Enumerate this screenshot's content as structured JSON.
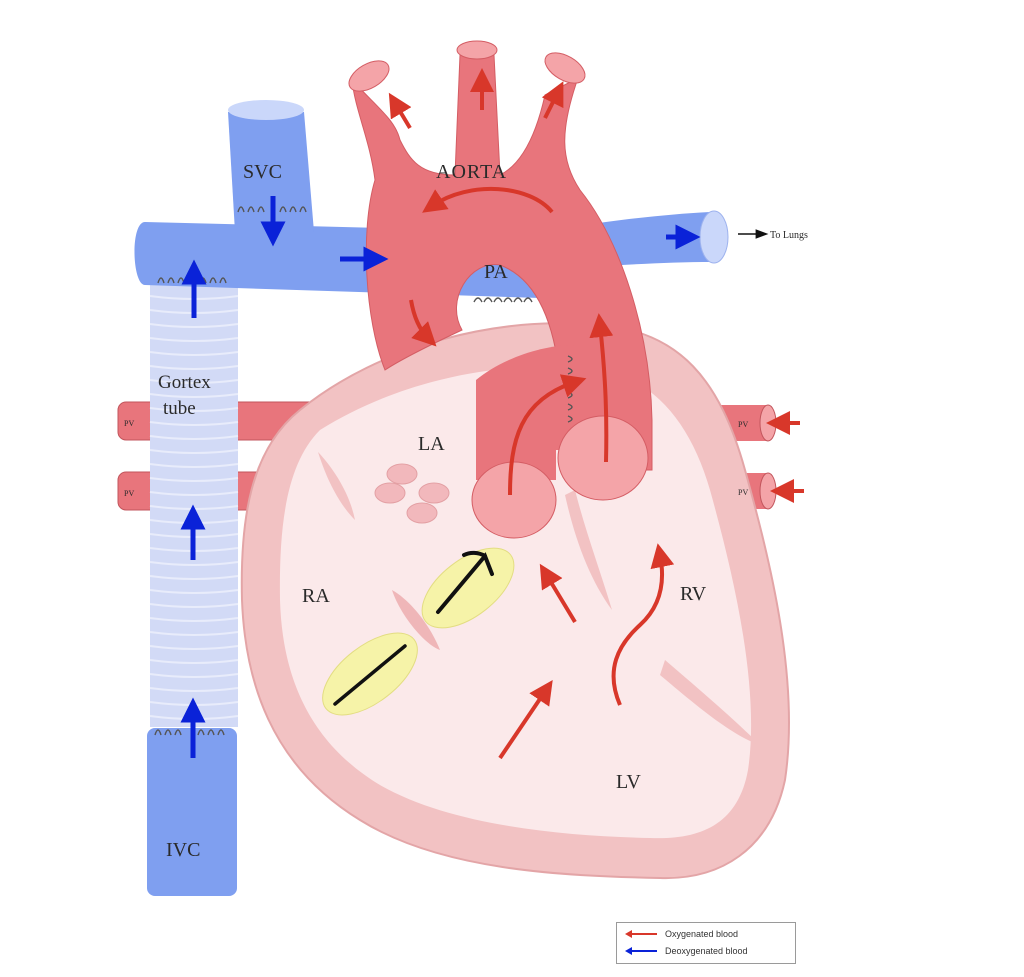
{
  "labels": {
    "svc": "SVC",
    "aorta": "AORTA",
    "to_lungs": "To Lungs",
    "pa": "PA",
    "gortex_line1": "Gortex",
    "gortex_line2": "tube",
    "pv": "PV",
    "la": "LA",
    "ra": "RA",
    "rv": "RV",
    "lv": "LV",
    "ivc": "IVC"
  },
  "legend": {
    "oxygenated": "Oxygenated blood",
    "deoxygenated": "Deoxygenated blood"
  },
  "colors": {
    "oxygenated_arrow": "#d8372a",
    "deoxygenated_arrow": "#0a22d8",
    "vein_blue": "#7f9ff0",
    "gortex": "#d2daf6",
    "artery_red": "#e8757c",
    "heart_outer": "#f2c2c3",
    "heart_inner": "#fbe9ea",
    "valve_yellow": "#f6f3a8"
  }
}
